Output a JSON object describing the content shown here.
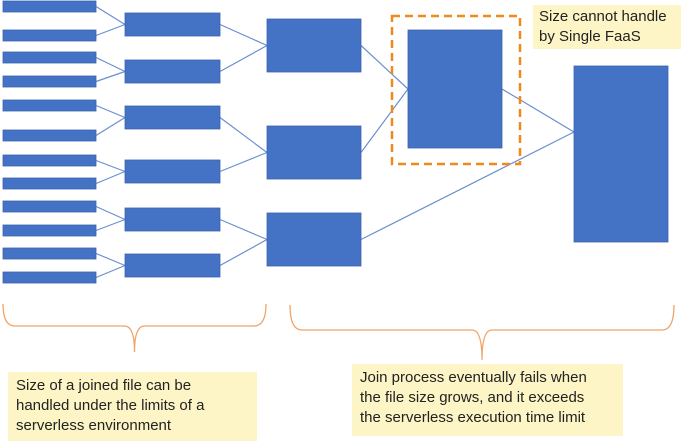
{
  "colors": {
    "box_fill": "#4472c4",
    "box_stroke": "#3a63ad",
    "line": "#6b8fd0",
    "brace": "#f0a468",
    "dashed": "#f08a1c",
    "note_bg": "#fdf5c6"
  },
  "notes": {
    "top_right": {
      "line1": "Size cannot handle",
      "line2": "by Single FaaS"
    },
    "left": {
      "line1": "Size of a joined file can be",
      "line2": "handled under the limits of a",
      "line3": "serverless environment"
    },
    "right": {
      "line1": "Join process eventually fails when",
      "line2": "the file size grows, and it exceeds",
      "line3": "the serverless execution time limit"
    }
  }
}
